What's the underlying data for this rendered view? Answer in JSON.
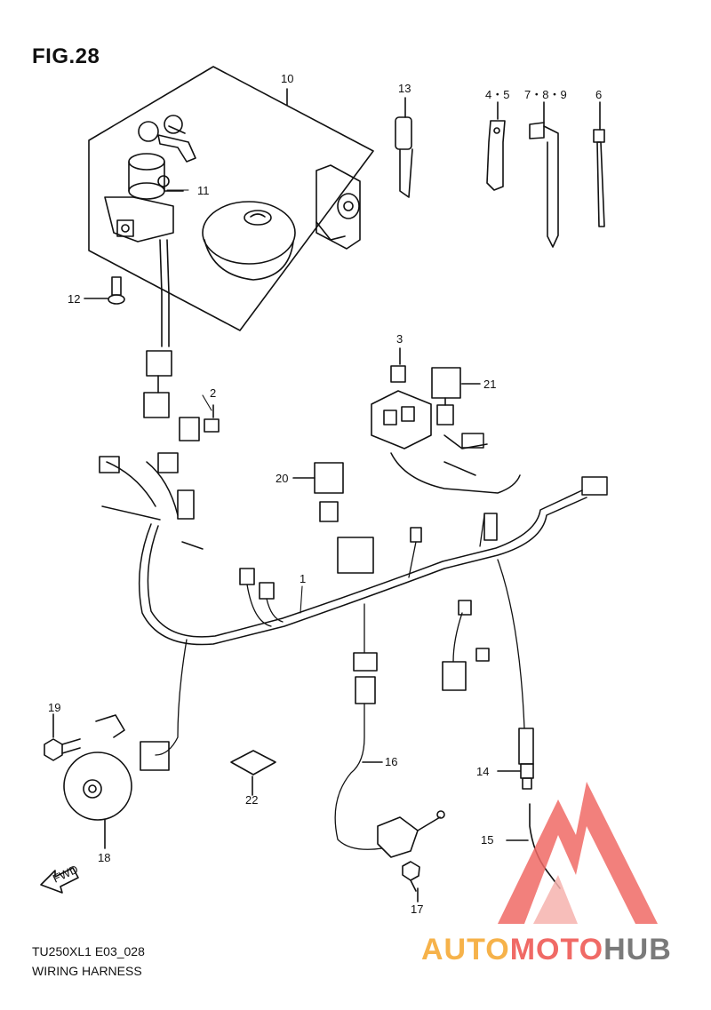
{
  "figure": {
    "title": "FIG.28"
  },
  "footer": {
    "model_code": "TU250XL1 E03_028",
    "section_name": "WIRING HARNESS"
  },
  "labels": {
    "p1": "1",
    "p2": "2",
    "p3": "3",
    "p4_5": "4・5",
    "p6": "6",
    "p7_8_9": "7・8・9",
    "p10": "10",
    "p11": "11",
    "p12": "12",
    "p13": "13",
    "p14": "14",
    "p15": "15",
    "p16": "16",
    "p17": "17",
    "p18": "18",
    "p19": "19",
    "p20": "20",
    "p21": "21",
    "p22": "22"
  },
  "arrow": {
    "text": "FWD"
  },
  "watermark": {
    "part1": "AUTO",
    "part2": "MOTO",
    "part3": "HUB"
  },
  "colors": {
    "line": "#111111",
    "wm_orange": "#f6b24a",
    "wm_red": "#f06a66",
    "wm_dark": "#7a7a7a"
  }
}
